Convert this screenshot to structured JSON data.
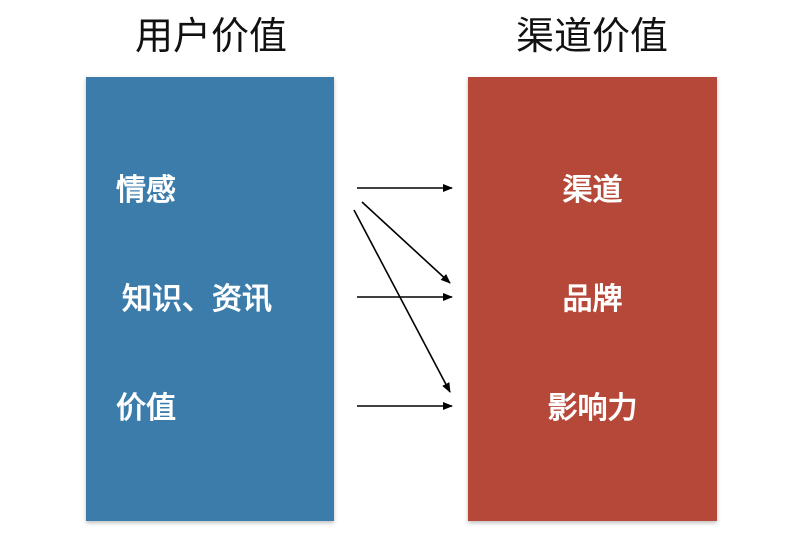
{
  "left_column": {
    "title": "用户价值",
    "color": "#3b7cab",
    "items": [
      "情感",
      "知识、资讯",
      "价值"
    ]
  },
  "right_column": {
    "title": "渠道价值",
    "color": "#b54838",
    "items": [
      "渠道",
      "品牌",
      "影响力"
    ]
  },
  "connections": [
    {
      "from": 0,
      "to": 0
    },
    {
      "from": 0,
      "to": 1
    },
    {
      "from": 0,
      "to": 2
    },
    {
      "from": 1,
      "to": 1
    },
    {
      "from": 2,
      "to": 2
    }
  ]
}
